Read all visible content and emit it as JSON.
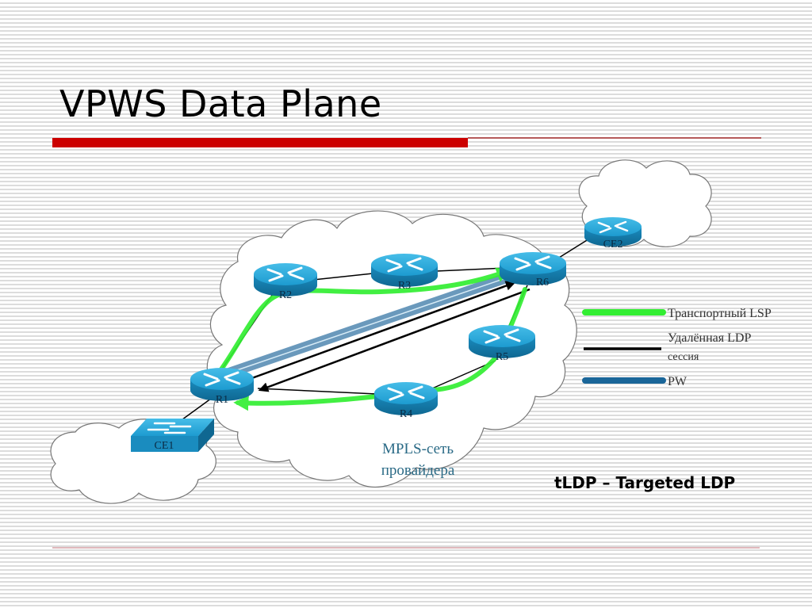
{
  "slide": {
    "title": "VPWS Data Plane",
    "footnote": "tLDP – Targeted LDP"
  },
  "colors": {
    "title_rule": "#cc0000",
    "transport_lsp": "#33ee33",
    "ldp_session": "#000000",
    "pw": "#1a6699",
    "router": "#1fa3d6"
  },
  "diagram": {
    "cloud_label_line1": "MPLS-сеть",
    "cloud_label_line2": "провайдера",
    "nodes": [
      {
        "id": "R1",
        "label": "R1",
        "type": "router"
      },
      {
        "id": "R2",
        "label": "R2",
        "type": "router"
      },
      {
        "id": "R3",
        "label": "R3",
        "type": "router"
      },
      {
        "id": "R4",
        "label": "R4",
        "type": "router"
      },
      {
        "id": "R5",
        "label": "R5",
        "type": "router"
      },
      {
        "id": "R6",
        "label": "R6",
        "type": "router"
      },
      {
        "id": "CE1",
        "label": "CE1",
        "type": "switch"
      },
      {
        "id": "CE2",
        "label": "CE2",
        "type": "router"
      }
    ],
    "links": [
      {
        "from": "CE1",
        "to": "R1"
      },
      {
        "from": "R1",
        "to": "R2"
      },
      {
        "from": "R2",
        "to": "R3"
      },
      {
        "from": "R3",
        "to": "R6"
      },
      {
        "from": "R6",
        "to": "R5"
      },
      {
        "from": "R5",
        "to": "R4"
      },
      {
        "from": "R4",
        "to": "R1"
      },
      {
        "from": "R6",
        "to": "CE2"
      }
    ],
    "paths": {
      "transport_lsp_1": [
        "R1",
        "R2",
        "R3",
        "R6"
      ],
      "transport_lsp_2": [
        "R6",
        "R5",
        "R4",
        "R1"
      ],
      "ldp_session": [
        "R1",
        "R6"
      ],
      "pw": [
        "R1",
        "R6"
      ]
    }
  },
  "legend": {
    "items": [
      {
        "label_line1": "Транспортный LSP",
        "label_line2": "",
        "style": "transport_lsp"
      },
      {
        "label_line1": "Удалённая LDP",
        "label_line2": "сессия",
        "style": "ldp_session"
      },
      {
        "label_line1": "PW",
        "label_line2": "",
        "style": "pw"
      }
    ]
  }
}
